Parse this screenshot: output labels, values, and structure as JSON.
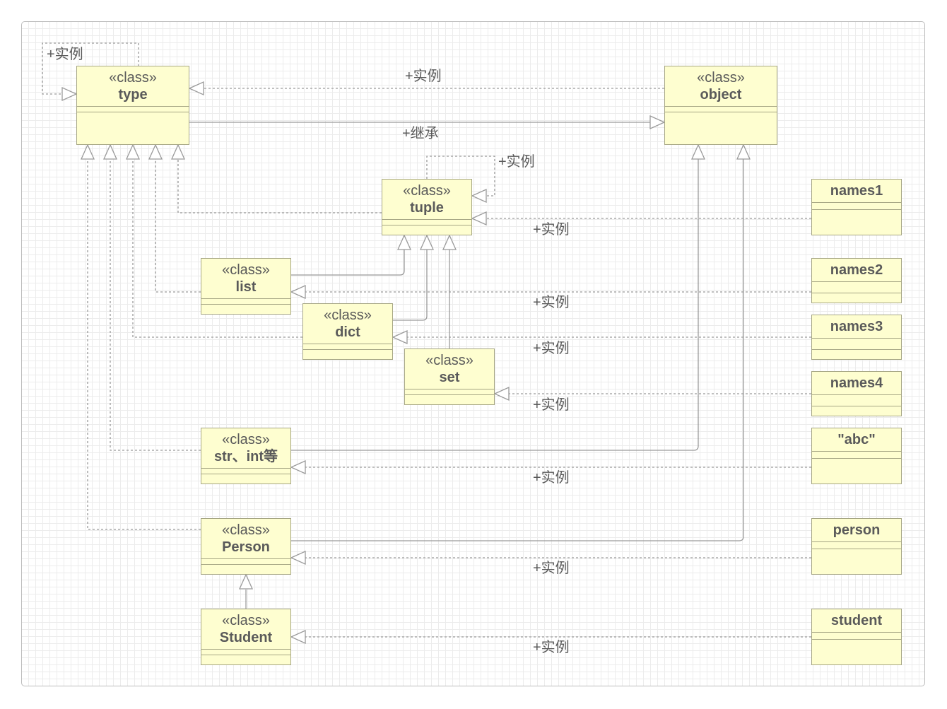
{
  "diagram": {
    "stereotype": "«class»",
    "edge_labels": {
      "instance": "+实例",
      "inherit": "+继承"
    },
    "classes": {
      "type": "type",
      "object": "object",
      "tuple": "tuple",
      "list": "list",
      "dict": "dict",
      "set": "set",
      "str_int": "str、int等",
      "person_cls": "Person",
      "student_cls": "Student"
    },
    "instances": {
      "names1": "names1",
      "names2": "names2",
      "names3": "names3",
      "names4": "names4",
      "abc": "\"abc\"",
      "person": "person",
      "student": "student"
    },
    "colors": {
      "box_fill": "#fefed0",
      "box_border": "#a6a684",
      "line": "#9a9a9a",
      "text": "#5a5a5a"
    }
  }
}
